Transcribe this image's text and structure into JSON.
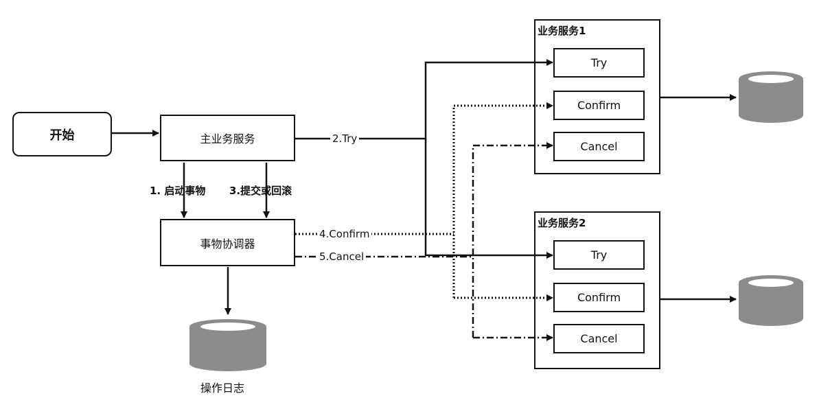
{
  "nodes": {
    "start": "开始",
    "main_service": "主业务服务",
    "coordinator": "事物协调器",
    "log_caption": "操作日志"
  },
  "services": [
    {
      "title": "业务服务1",
      "ops": [
        "Try",
        "Confirm",
        "Cancel"
      ]
    },
    {
      "title": "业务服务2",
      "ops": [
        "Try",
        "Confirm",
        "Cancel"
      ]
    }
  ],
  "edge_labels": {
    "begin_tx": "1. 启动事物",
    "try": "2.Try",
    "commit_rollback": "3.提交或回滚",
    "confirm": "4.Confirm",
    "cancel": "5.Cancel"
  }
}
